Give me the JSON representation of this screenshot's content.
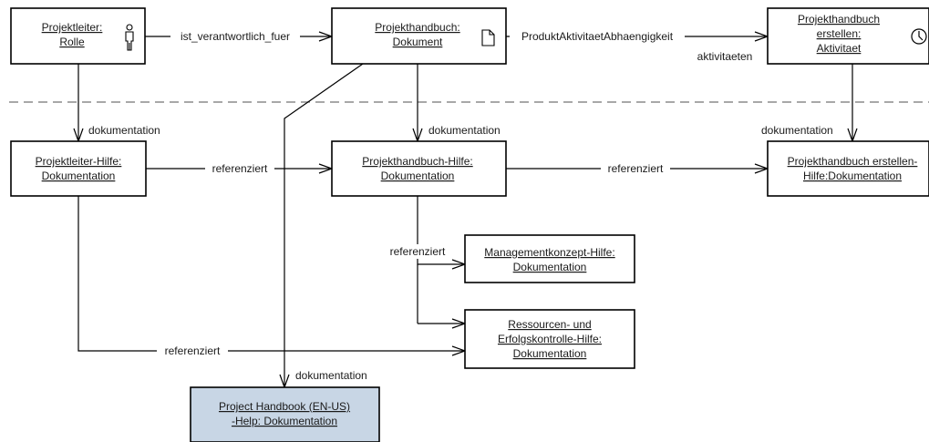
{
  "colors": {
    "highlight": "#c8d6e5",
    "default_fill": "#ffffff",
    "stroke": "#000000",
    "separator": "#8c8c8c"
  },
  "nodes": {
    "rolle": {
      "lines": [
        "Projektleiter:",
        "Rolle"
      ],
      "icon": "person-icon"
    },
    "dokument": {
      "lines": [
        "Projekthandbuch:",
        "Dokument"
      ],
      "icon": "document-icon"
    },
    "aktivitaet": {
      "lines": [
        "Projekthandbuch",
        "erstellen:",
        "Aktivitaet"
      ],
      "icon": "clock-icon"
    },
    "pl_hilfe": {
      "lines": [
        "Projektleiter-Hilfe:",
        "Dokumentation"
      ]
    },
    "ph_hilfe": {
      "lines": [
        "Projekthandbuch-Hilfe:",
        "Dokumentation"
      ]
    },
    "phe_hilfe": {
      "lines": [
        "Projekthandbuch erstellen-",
        "Hilfe:Dokumentation"
      ]
    },
    "mk_hilfe": {
      "lines": [
        "Managementkonzept-Hilfe:",
        "Dokumentation"
      ]
    },
    "rek_hilfe": {
      "lines": [
        "Ressourcen- und",
        "Erfolgskontrolle-Hilfe:",
        "Dokumentation"
      ]
    },
    "en_help": {
      "lines": [
        "Project Handbook (EN-US)",
        "-Help: Dokumentation"
      ]
    }
  },
  "edges": {
    "verantwortlich": "ist_verantwortlich_fuer",
    "abhaengigkeit": "ProduktAktivitaetAbhaengigkeit",
    "aktivitaeten": "aktivitaeten",
    "doku_pl": "dokumentation",
    "doku_ph": "dokumentation",
    "doku_phe": "dokumentation",
    "doku_en": "dokumentation",
    "ref_pl_ph": "referenziert",
    "ref_ph_phe": "referenziert",
    "ref_ph_mk": "referenziert",
    "ref_pl_rek": "referenziert"
  }
}
